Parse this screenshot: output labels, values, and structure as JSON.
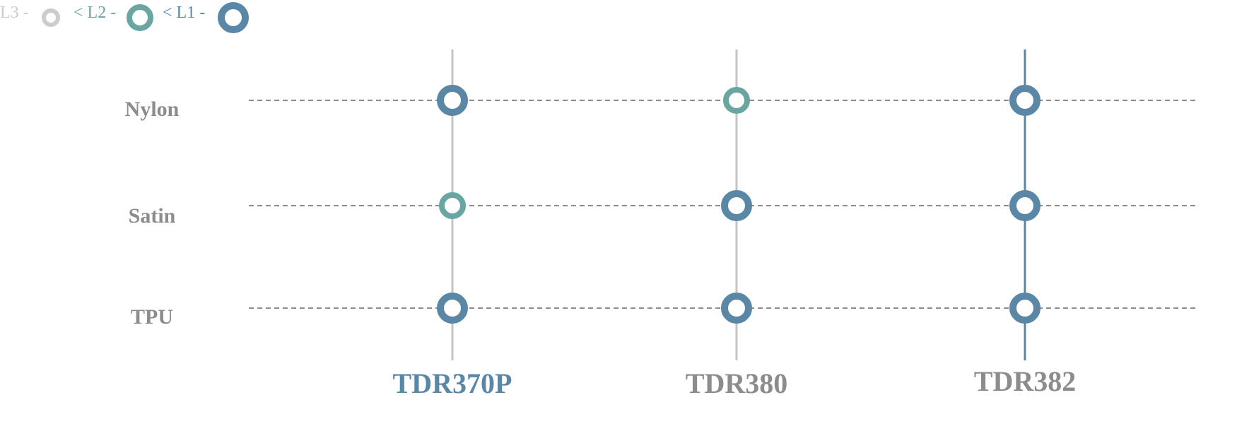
{
  "colors": {
    "L1": "#5a87a6",
    "L2": "#6aa6a1",
    "L3": "#cccccc",
    "grid_dash": "#8c8c8c",
    "column_line_default": "#c4c4c4",
    "column_line_highlight": "#5a87a6",
    "label_default": "#8c8c8c",
    "label_highlight": "#5a87a6"
  },
  "legend": {
    "items": [
      {
        "level": "L3",
        "text": "L3 -"
      },
      {
        "level": "L2",
        "text": "< L2 -"
      },
      {
        "level": "L1",
        "text": "< L1 -"
      }
    ]
  },
  "chart_data": {
    "type": "scatter",
    "categories": [
      "TDR370P",
      "TDR380",
      "TDR382"
    ],
    "rows": [
      "Nylon",
      "Satin",
      "TPU"
    ],
    "levels": [
      "L3",
      "L2",
      "L1"
    ],
    "values": [
      [
        "L1",
        "L2",
        "L1"
      ],
      [
        "L2",
        "L1",
        "L1"
      ],
      [
        "L1",
        "L1",
        "L1"
      ]
    ],
    "highlight_category": "TDR370P",
    "highlight_line_category": "TDR382",
    "grid": {
      "rows_dashed": true
    }
  }
}
